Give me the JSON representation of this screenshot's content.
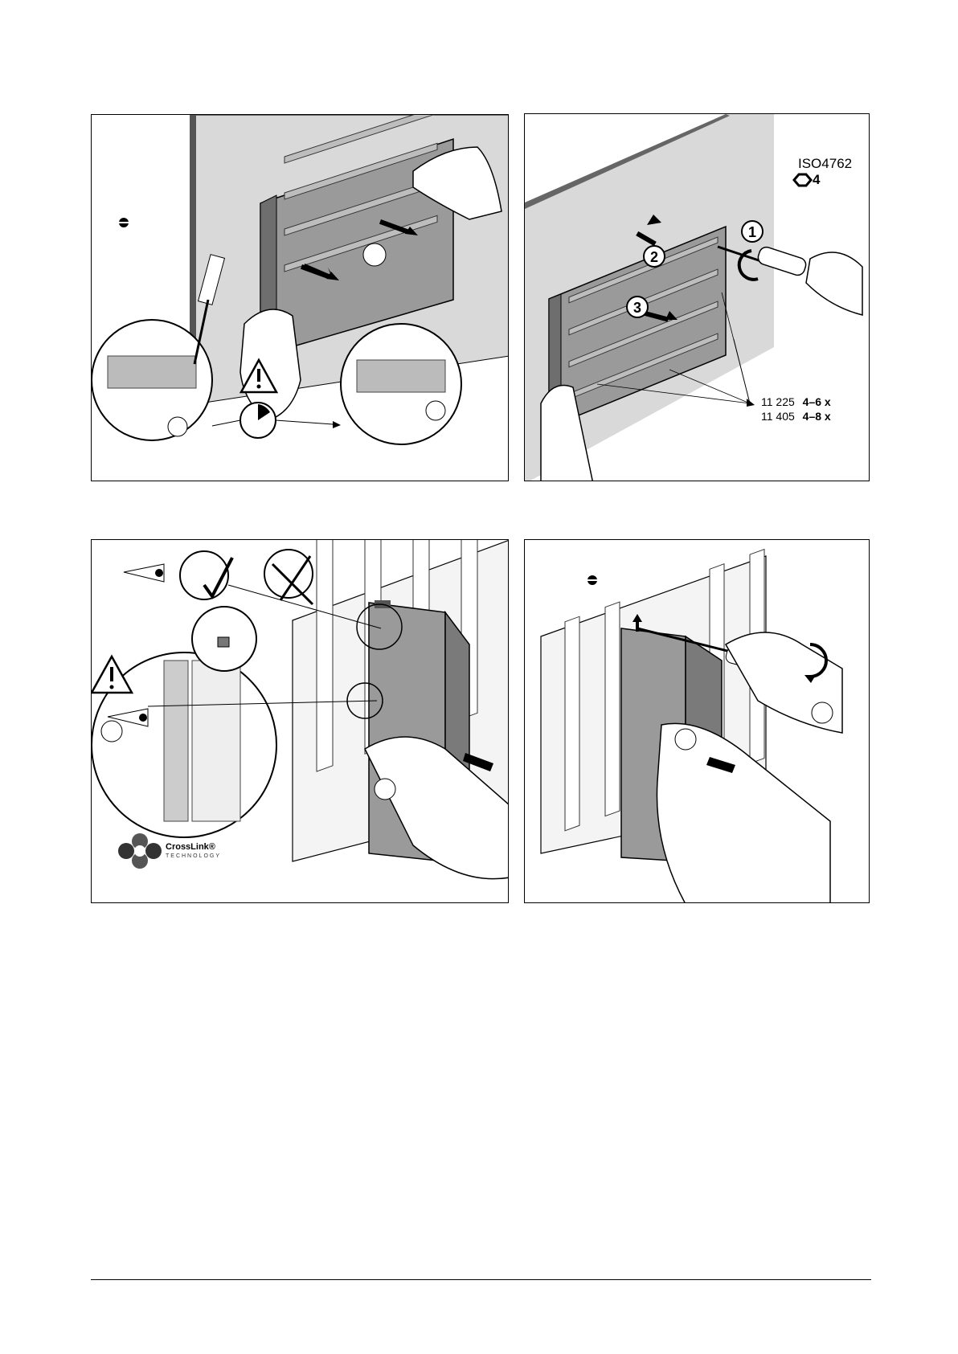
{
  "panel_top_right": {
    "standard": "ISO4762",
    "hex_size": "4",
    "callouts": [
      "1",
      "2",
      "3"
    ],
    "spec_rows": [
      {
        "part": "11 225",
        "qty": "4–6 x"
      },
      {
        "part": "11 405",
        "qty": "4–8 x"
      }
    ]
  },
  "panel_bottom_left": {
    "logo_name": "CrossLink®",
    "logo_sub": "TECHNOLOGY"
  },
  "colors": {
    "wall": "#d9d9d9",
    "module": "#9a9a9a",
    "module_dark": "#6e6e6e",
    "outline": "#000000"
  }
}
